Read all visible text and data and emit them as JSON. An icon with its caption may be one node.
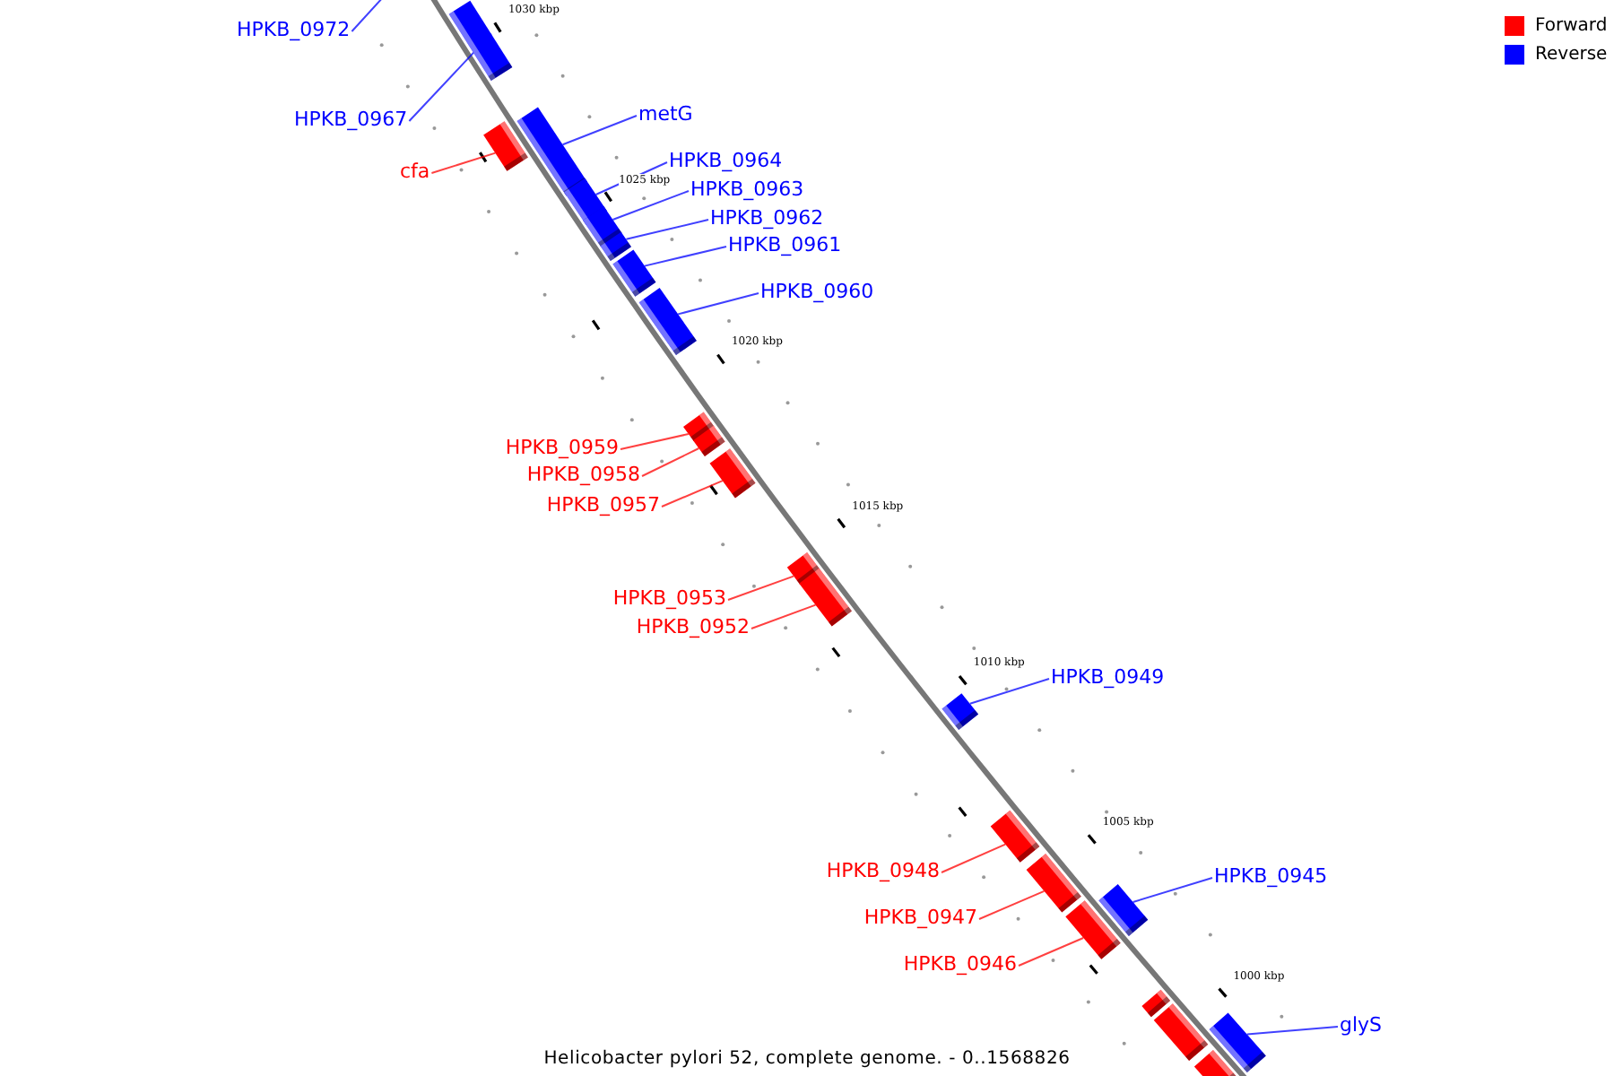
{
  "diagram": {
    "caption": "Helicobacter pylori 52, complete genome. - 0..1568826",
    "nodes": [
      {
        "text": [
          "HPKB_0972"
        ]
      },
      {
        "text": [
          "HPKB_0967"
        ]
      },
      {
        "text": [
          "cfa"
        ]
      },
      {
        "text": [
          "metG"
        ]
      },
      {
        "text": [
          "HPKB_0964"
        ]
      },
      {
        "text": [
          "HPKB_0963"
        ]
      },
      {
        "text": [
          "HPKB_0962"
        ]
      },
      {
        "text": [
          "HPKB_0961"
        ]
      },
      {
        "text": [
          "HPKB_0960"
        ]
      },
      {
        "text": [
          "HPKB_0959"
        ]
      },
      {
        "text": [
          "HPKB_0958"
        ]
      },
      {
        "text": [
          "HPKB_0957"
        ]
      },
      {
        "text": [
          "HPKB_0953"
        ]
      },
      {
        "text": [
          "HPKB_0952"
        ]
      },
      {
        "text": [
          "HPKB_0949"
        ]
      },
      {
        "text": [
          "HPKB_0948"
        ]
      },
      {
        "text": [
          "HPKB_0947"
        ]
      },
      {
        "text": [
          "HPKB_0946"
        ]
      },
      {
        "text": [
          "HPKB_0945"
        ]
      },
      {
        "text": [
          "glyS"
        ]
      },
      {
        "text": [],
        "shape": "bar"
      },
      {
        "text": [],
        "shape": "bar"
      },
      {
        "text": [],
        "shape": "bar"
      },
      {
        "text": [],
        "shape": "bar"
      },
      {
        "text": [],
        "shape": "bar"
      },
      {
        "text": [],
        "shape": "bar"
      },
      {
        "text": [],
        "shape": "bar"
      },
      {
        "text": [],
        "shape": "bar"
      },
      {
        "text": [],
        "shape": "bar"
      },
      {
        "text": [],
        "shape": "bar"
      },
      {
        "text": [],
        "shape": "bar"
      },
      {
        "text": [],
        "shape": "bar"
      },
      {
        "text": [],
        "shape": "bar"
      },
      {
        "text": [],
        "shape": "bar"
      },
      {
        "text": [],
        "shape": "bar"
      },
      {
        "text": [],
        "shape": "bar"
      },
      {
        "text": [],
        "shape": "bar"
      },
      {
        "text": [],
        "shape": "bar"
      },
      {
        "text": [],
        "shape": "bar"
      },
      {
        "text": [],
        "shape": "bar"
      },
      {
        "text": [],
        "shape": "bar"
      },
      {
        "text": [],
        "shape": "bar"
      }
    ],
    "edges": [
      {
        "from": 0,
        "to": null,
        "arrow": "none"
      },
      {
        "from": 1,
        "to": 20,
        "arrow": "none"
      },
      {
        "from": 2,
        "to": 21,
        "arrow": "none",
        "color": "#ff0000"
      },
      {
        "from": 3,
        "to": 22,
        "arrow": "none"
      },
      {
        "from": 4,
        "to": 23,
        "arrow": "none"
      },
      {
        "from": 5,
        "to": 24,
        "arrow": "none"
      },
      {
        "from": 6,
        "to": 25,
        "arrow": "none"
      },
      {
        "from": 7,
        "to": 26,
        "arrow": "none"
      },
      {
        "from": 8,
        "to": 27,
        "arrow": "none"
      },
      {
        "from": 9,
        "to": 28,
        "arrow": "none",
        "color": "#ff0000"
      },
      {
        "from": 10,
        "to": 29,
        "arrow": "none",
        "color": "#ff0000"
      },
      {
        "from": 11,
        "to": 30,
        "arrow": "none",
        "color": "#ff0000"
      },
      {
        "from": 12,
        "to": 31,
        "arrow": "none",
        "color": "#ff0000"
      },
      {
        "from": 13,
        "to": 32,
        "arrow": "none",
        "color": "#ff0000"
      },
      {
        "from": 14,
        "to": 33,
        "arrow": "none"
      },
      {
        "from": 15,
        "to": 34,
        "arrow": "none",
        "color": "#ff0000"
      },
      {
        "from": 16,
        "to": 35,
        "arrow": "none",
        "color": "#ff0000"
      },
      {
        "from": 17,
        "to": 36,
        "arrow": "none",
        "color": "#ff0000"
      },
      {
        "from": 18,
        "to": 37,
        "arrow": "none"
      },
      {
        "from": 19,
        "to": 41,
        "arrow": "none"
      }
    ],
    "labels": [
      "1030 kbp",
      "1025 kbp",
      "1020 kbp",
      "1015 kbp",
      "1010 kbp",
      "1005 kbp",
      "1000 kbp"
    ],
    "legend": [
      {
        "text": "Forward",
        "color": "#ff0000"
      },
      {
        "text": "Reverse",
        "color": "#0000ff"
      }
    ]
  }
}
